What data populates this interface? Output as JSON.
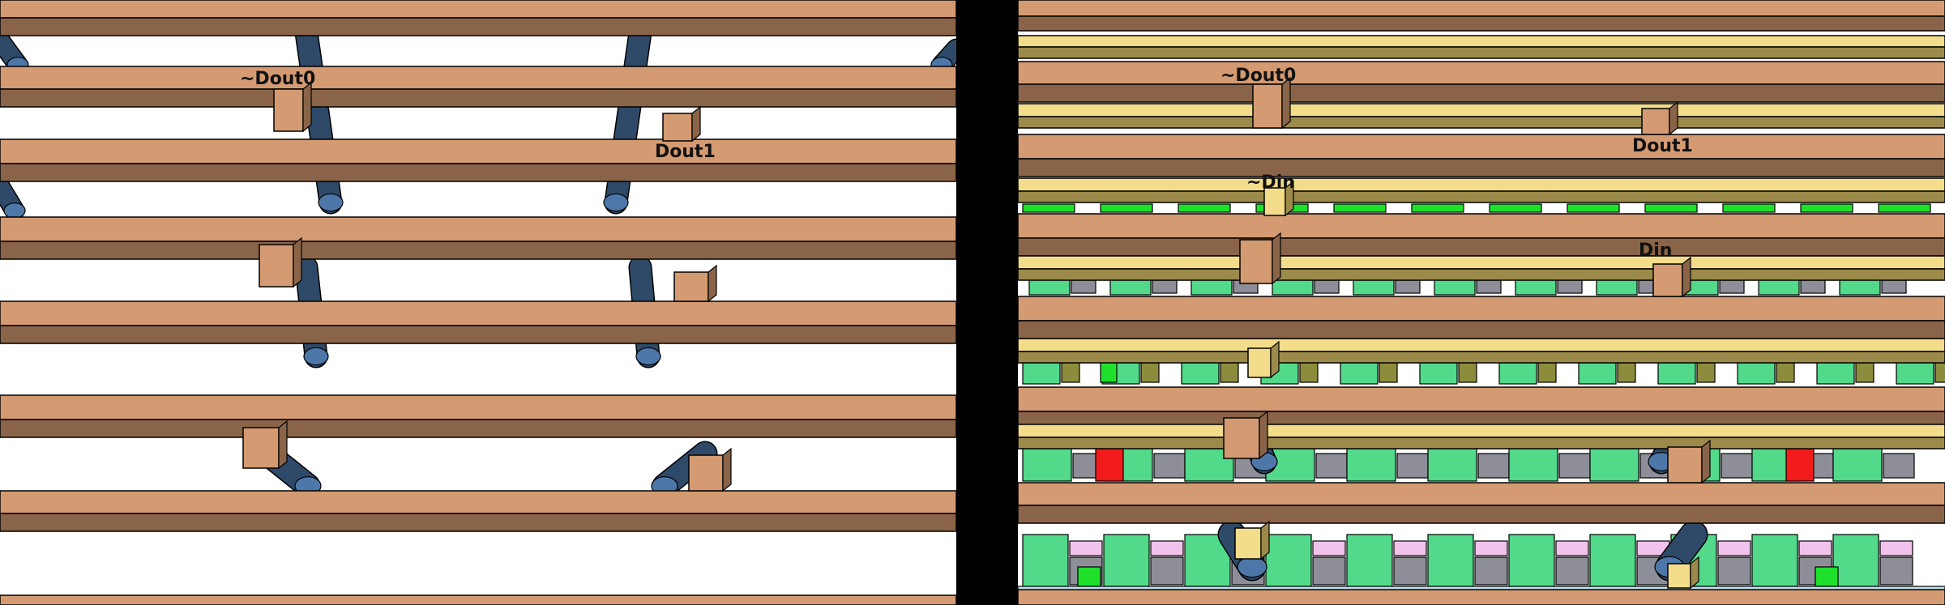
{
  "labels": {
    "left": {
      "dout0": "~Dout0",
      "dout1": "Dout1"
    },
    "right": {
      "dout0": "~Dout0",
      "dout1": "Dout1",
      "ndin": "~Din",
      "din": "Din"
    }
  },
  "colors": {
    "metal_top": "#d49a72",
    "metal_side": "#8a6448",
    "metal_yellow_top": "#f3dc8a",
    "metal_yellow_side": "#9c8a4a",
    "via": "#2e4a68",
    "via_light": "#4d77a8",
    "green": "#52d98a",
    "green_bright": "#1fe12c",
    "pink": "#f1c2ec",
    "gray": "#8e8e99",
    "red": "#f21b1b",
    "olive": "#8c8c3c",
    "light_blue": "#bfe3f2",
    "divider": "#000000",
    "background": "#ffffff"
  },
  "icons": [
    "transistor-stack-icon"
  ]
}
